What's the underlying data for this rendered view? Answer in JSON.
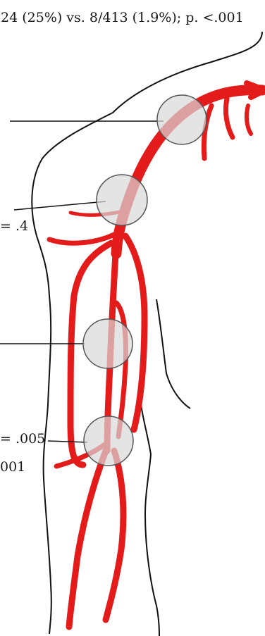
{
  "labels": {
    "top_stat": "24 (25%) vs. 8/413 (1.9%); p. <.001",
    "elbow_p": "= .4",
    "wrist_p": "= .005",
    "wrist_p2": "001"
  },
  "colors": {
    "artery": "#e31b1b",
    "marker_fill": "#d9d9d9",
    "marker_stroke": "#555555",
    "outline": "#111111"
  }
}
